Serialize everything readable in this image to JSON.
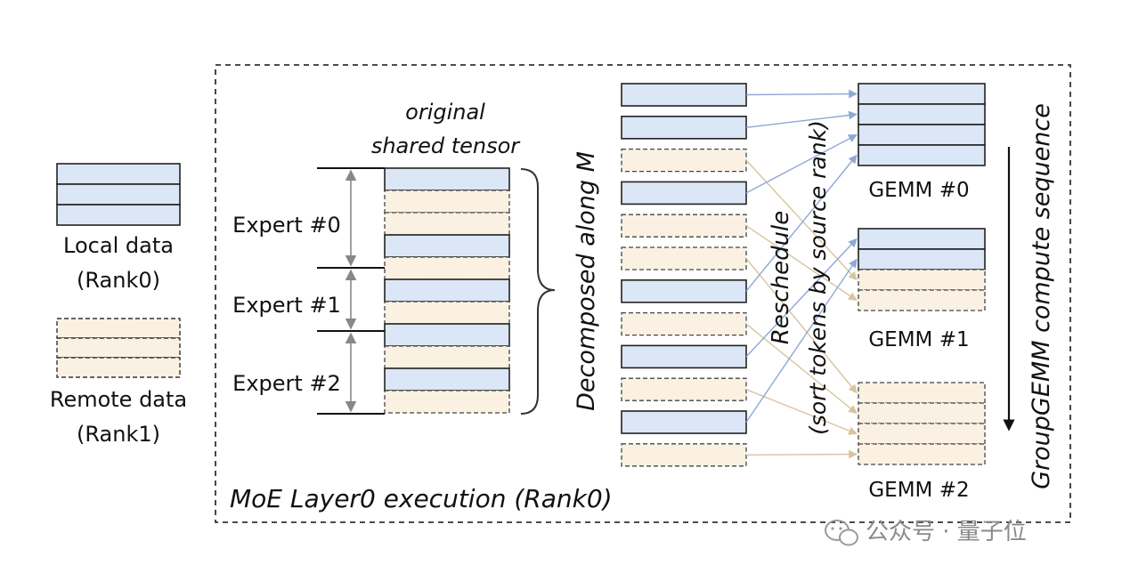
{
  "legend": {
    "local_label_line1": "Local data",
    "local_label_line2": "(Rank0)",
    "remote_label_line1": "Remote data",
    "remote_label_line2": "(Rank1)"
  },
  "tensor": {
    "title_line1": "original",
    "title_line2": "shared tensor",
    "experts": [
      "Expert #0",
      "Expert #1",
      "Expert #2"
    ],
    "rows": [
      "local",
      "remote",
      "remote",
      "local",
      "remote",
      "local",
      "remote",
      "local",
      "remote",
      "local",
      "remote"
    ]
  },
  "decomposed": {
    "label": "Decomposed along M",
    "rows": [
      "local",
      "local",
      "remote",
      "local",
      "remote",
      "remote",
      "local",
      "remote",
      "local",
      "remote",
      "local",
      "remote"
    ]
  },
  "reschedule": {
    "label_line1": "Reschedule",
    "label_line2": "(sort tokens by source rank)"
  },
  "gemms": [
    {
      "label": "GEMM #0",
      "rows": [
        "local",
        "local",
        "local",
        "local"
      ]
    },
    {
      "label": "GEMM #1",
      "rows": [
        "local",
        "local",
        "remote",
        "remote"
      ]
    },
    {
      "label": "GEMM #2",
      "rows": [
        "remote",
        "remote",
        "remote",
        "remote"
      ]
    }
  ],
  "sequence_label": "GroupGEMM compute sequence",
  "frame_label": "MoE Layer0 execution (Rank0)",
  "watermark": "公众号 · 量子位",
  "colors": {
    "local_fill": "#dbe6f6",
    "remote_fill": "#faf1e2",
    "local_arrow": "#8fa8d6",
    "remote_arrow": "#d8c4a0"
  }
}
